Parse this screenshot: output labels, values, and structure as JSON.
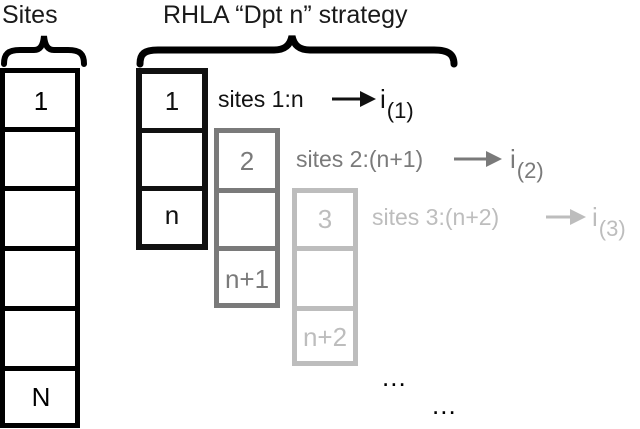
{
  "headings": {
    "sites": "Sites",
    "strategy": "RHLA “Dpt n” strategy"
  },
  "colors": {
    "stage1": "#111111",
    "stage2": "#7a7a7a",
    "stage3": "#bdbdbd"
  },
  "sites_column": {
    "cells": [
      "1",
      "",
      "",
      "",
      "",
      "N"
    ]
  },
  "stages": [
    {
      "cells": [
        "1",
        "",
        "n"
      ],
      "rule_text": "sites 1:n",
      "output_base": "i",
      "output_sub": "(1)"
    },
    {
      "cells": [
        "2",
        "",
        "n+1"
      ],
      "rule_text": "sites 2:(n+1)",
      "output_base": "i",
      "output_sub": "(2)"
    },
    {
      "cells": [
        "3",
        "",
        "n+2"
      ],
      "rule_text": "sites 3:(n+2)",
      "output_base": "i",
      "output_sub": "(3)"
    }
  ],
  "ellipses": [
    "...",
    "..."
  ]
}
